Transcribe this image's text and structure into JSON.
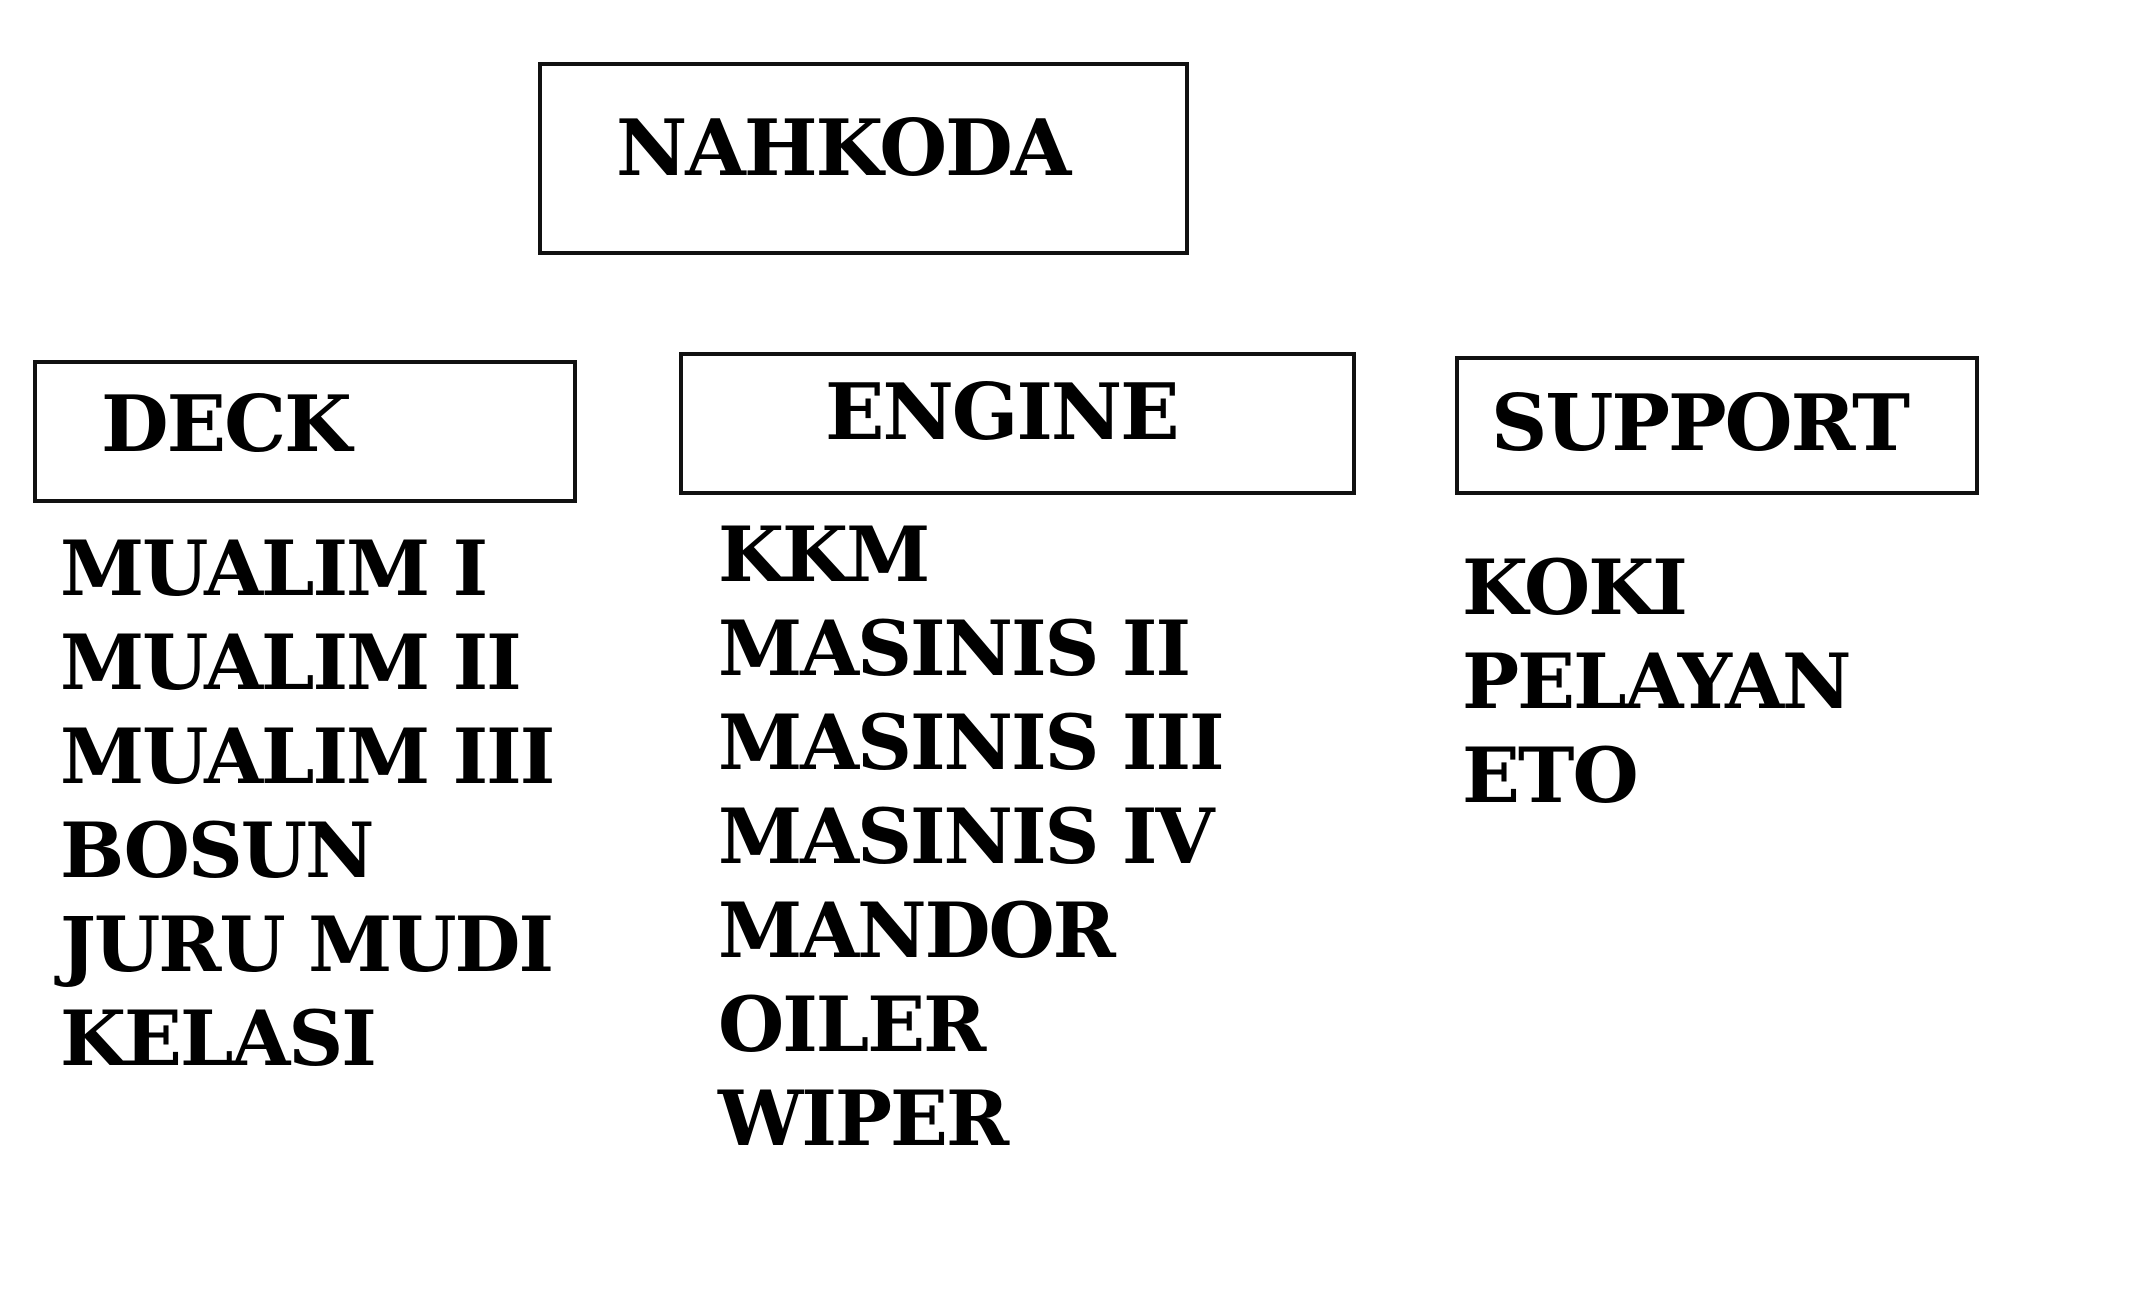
{
  "root": {
    "label": "NAHKODA"
  },
  "departments": [
    {
      "label": "DECK",
      "roles": [
        "MUALIM I",
        "MUALIM II",
        "MUALIM III",
        "BOSUN",
        "JURU MUDI",
        "KELASI"
      ]
    },
    {
      "label": "ENGINE",
      "roles": [
        "KKM",
        "MASINIS II",
        "MASINIS III",
        "MASINIS IV",
        "MANDOR",
        "OILER",
        "WIPER"
      ]
    },
    {
      "label": "SUPPORT",
      "roles": [
        "KOKI",
        "PELAYAN",
        "ETO"
      ]
    }
  ]
}
